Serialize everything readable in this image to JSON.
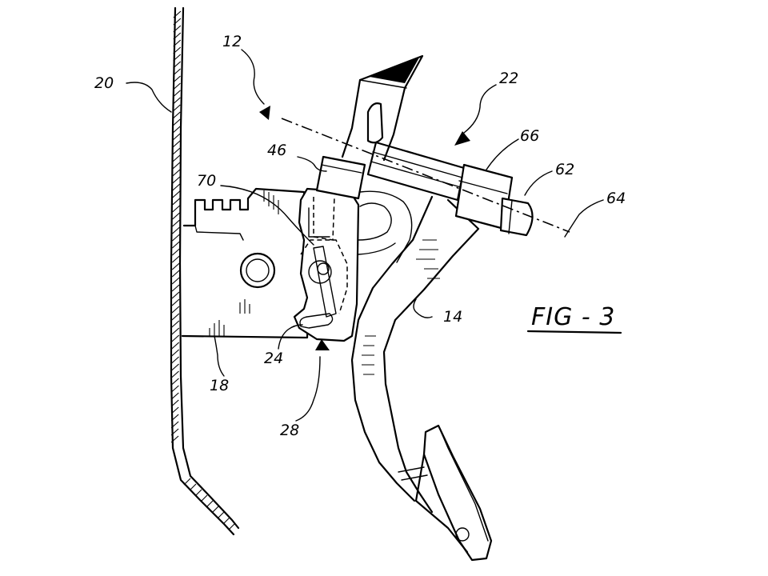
{
  "figure": {
    "caption": "FIG - 3"
  },
  "reference_labels": [
    {
      "id": "20",
      "text": "20"
    },
    {
      "id": "12",
      "text": "12"
    },
    {
      "id": "22",
      "text": "22"
    },
    {
      "id": "46",
      "text": "46"
    },
    {
      "id": "66",
      "text": "66"
    },
    {
      "id": "62",
      "text": "62"
    },
    {
      "id": "64",
      "text": "64"
    },
    {
      "id": "70",
      "text": "70"
    },
    {
      "id": "14",
      "text": "14"
    },
    {
      "id": "24",
      "text": "24"
    },
    {
      "id": "18",
      "text": "18"
    },
    {
      "id": "28",
      "text": "28"
    }
  ]
}
